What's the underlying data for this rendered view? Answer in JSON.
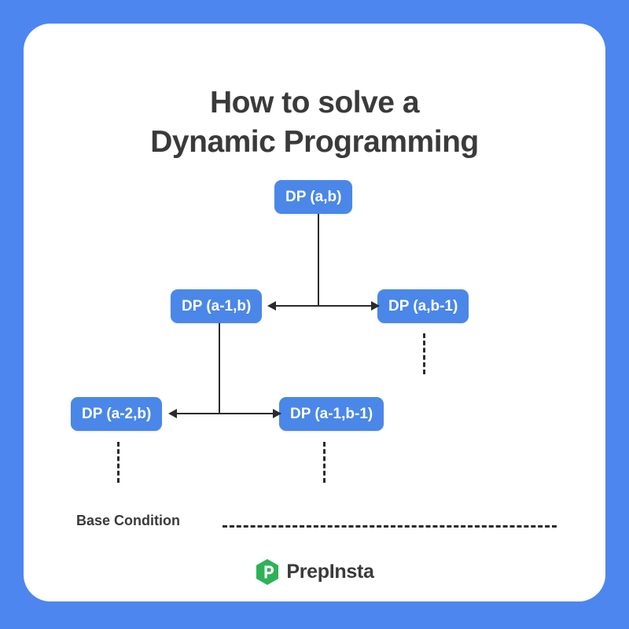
{
  "canvas": {
    "background_color": "#4d86ef",
    "card_color": "#ffffff"
  },
  "title": {
    "line1": "How to solve a",
    "line2": "Dynamic Programming",
    "color": "#3a3a3a"
  },
  "diagram": {
    "node_color": "#4a87e8",
    "node_text_color": "#ffffff",
    "line_color": "#2b2b2b",
    "nodes": [
      {
        "id": "root",
        "label": "DP (a,b)"
      },
      {
        "id": "a1b",
        "label": "DP (a-1,b)"
      },
      {
        "id": "ab1",
        "label": "DP (a,b-1)"
      },
      {
        "id": "a2b",
        "label": "DP (a-2,b)"
      },
      {
        "id": "a1b1",
        "label": "DP (a-1,b-1)"
      }
    ]
  },
  "base_condition": {
    "label": "Base Condition"
  },
  "brand": {
    "name": "PrepInsta",
    "mark_color": "#2eb258",
    "mark_letter": "P",
    "icon": "prepinsta-hexagon-logo"
  }
}
